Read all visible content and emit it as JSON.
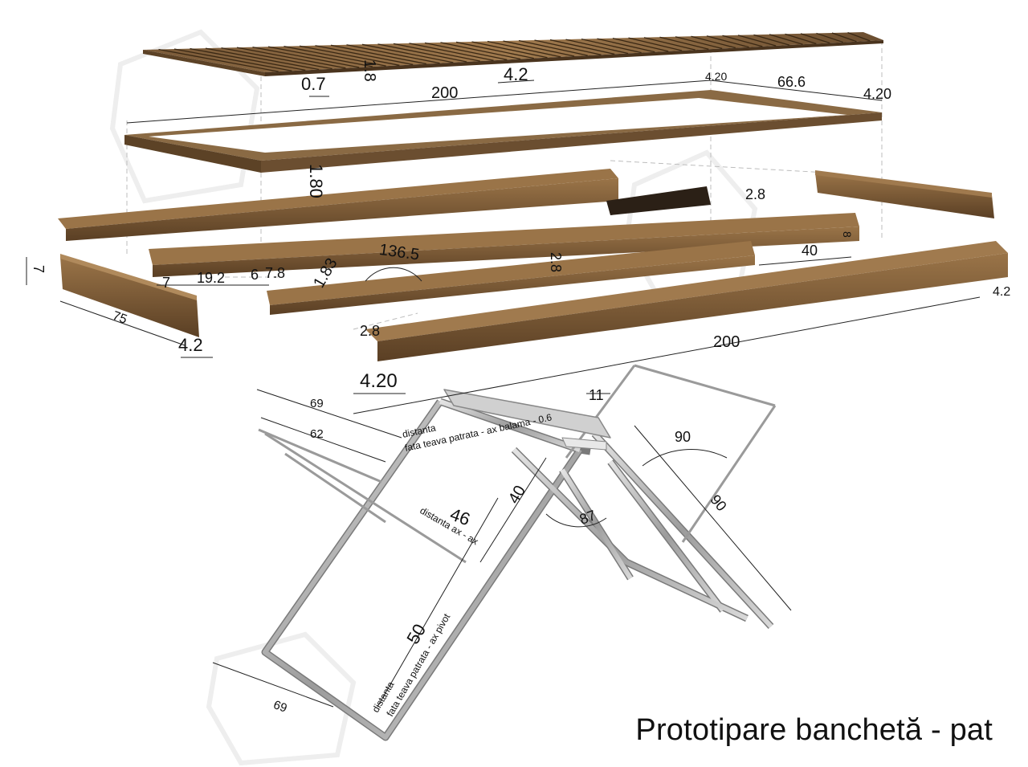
{
  "caption": "Prototipare banchetă - pat",
  "colors": {
    "wood": "#8a6a44",
    "wood_dark": "#5c4226",
    "wood_light": "#b08a5c",
    "metal": "#b9b9b9",
    "metal_dark": "#6f6f6f",
    "line": "#222222"
  },
  "dimensions": {
    "slat_thickness": "1.8",
    "slat_gap": "0.7",
    "slat_pitch": "4.2",
    "overall_length": "200",
    "edge_a": "4.20",
    "inner_width": "66.6",
    "edge_b": "4.20",
    "frame_height": "1.80",
    "rail_notch": "2.8",
    "rail_offset": "40",
    "rail_small": "8",
    "rail_side_height": "4.2",
    "notch_a": "2.8",
    "beam_length": "200",
    "beam_height": "4.20",
    "end_height": "7",
    "end_length": "75",
    "end_width": "4.2",
    "notch_start": "7",
    "notch_span": "19.2",
    "notch_w": "6",
    "notch_b": "7.8",
    "angle_rail": "1.83",
    "angle": "136.5",
    "rail_mid": "2.8",
    "frame_top_69": "69",
    "frame_top_62": "62",
    "note_fata_line1": "distanta",
    "note_fata_line2": "fata teava patrata - ax balama - 0.6",
    "dim_11": "11",
    "dim_46": "46",
    "note_ax": "distanta ax - ax",
    "dim_40": "40",
    "angle_87": "87",
    "angle_90a": "90",
    "dim_90b": "90",
    "dim_50": "50",
    "note_pivot_line1": "distanta",
    "note_pivot_line2": "fata teava patrata - ax pivot",
    "frame_bottom_69": "69"
  }
}
